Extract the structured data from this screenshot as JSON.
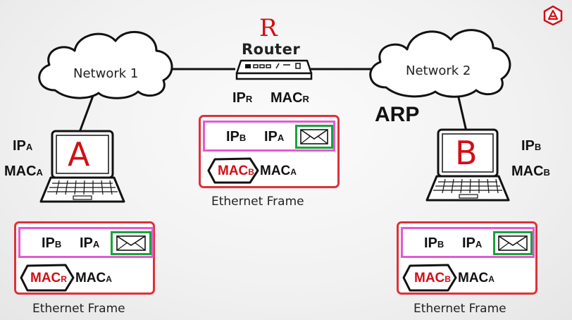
{
  "clouds": {
    "network1_label": "Network 1",
    "network2_label": "Network 2"
  },
  "router": {
    "letter": "R",
    "label": "Router",
    "ip": {
      "main": "IP",
      "sub": "R"
    },
    "mac": {
      "main": "MAC",
      "sub": "R"
    }
  },
  "arp_label": "ARP",
  "host_a": {
    "letter": "A",
    "ip": {
      "main": "IP",
      "sub": "A"
    },
    "mac": {
      "main": "MAC",
      "sub": "A"
    }
  },
  "host_b": {
    "letter": "B",
    "ip": {
      "main": "IP",
      "sub": "B"
    },
    "mac": {
      "main": "MAC",
      "sub": "B"
    }
  },
  "frames": {
    "center": {
      "dst_ip": {
        "main": "IP",
        "sub": "B"
      },
      "src_ip": {
        "main": "IP",
        "sub": "A"
      },
      "dst_mac": {
        "main": "MAC",
        "sub": "B"
      },
      "src_mac": {
        "main": "MAC",
        "sub": "A"
      },
      "caption": "Ethernet Frame"
    },
    "left": {
      "dst_ip": {
        "main": "IP",
        "sub": "B"
      },
      "src_ip": {
        "main": "IP",
        "sub": "A"
      },
      "dst_mac": {
        "main": "MAC",
        "sub": "R"
      },
      "src_mac": {
        "main": "MAC",
        "sub": "A"
      },
      "caption": "Ethernet Frame"
    },
    "right": {
      "dst_ip": {
        "main": "IP",
        "sub": "B"
      },
      "src_ip": {
        "main": "IP",
        "sub": "A"
      },
      "dst_mac": {
        "main": "MAC",
        "sub": "B"
      },
      "src_mac": {
        "main": "MAC",
        "sub": "A"
      },
      "caption": "Ethernet Frame"
    }
  },
  "colors": {
    "accent_red": "#d10f16",
    "frame_border": "#e0303a",
    "ip_row_border": "#e45ad3",
    "envelope_border": "#19a23d"
  },
  "icons": [
    "cloud-icon",
    "router-icon",
    "laptop-icon",
    "envelope-icon",
    "logo-icon"
  ]
}
